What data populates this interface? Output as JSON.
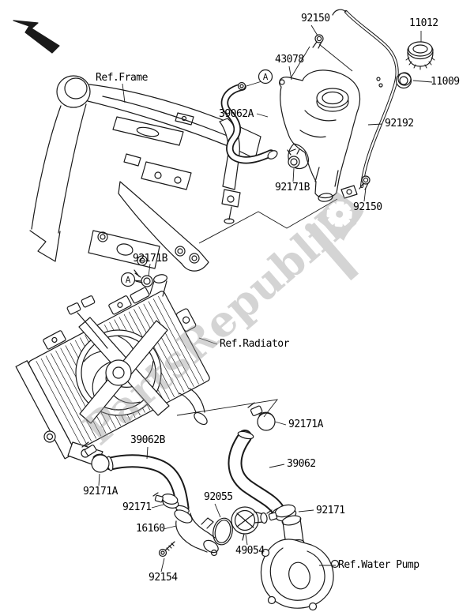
{
  "page": {
    "type": "parts-diagram",
    "subject": "water-pipe-cooling-system"
  },
  "colors": {
    "line": "#1a1a1a",
    "watermark": "#9a9a9a",
    "background": "#ffffff"
  },
  "watermark": {
    "text": "PartsRepublik",
    "logo": "gear-flag"
  },
  "markers": {
    "a": "A"
  },
  "icons": {
    "back_arrow": "arrow-up-left"
  },
  "labels": [
    {
      "id": "ref-frame",
      "text": "Ref.Frame"
    },
    {
      "id": "92150-top",
      "text": "92150"
    },
    {
      "id": "11012",
      "text": "11012"
    },
    {
      "id": "43078",
      "text": "43078"
    },
    {
      "id": "39062a",
      "text": "39062A"
    },
    {
      "id": "11009",
      "text": "11009"
    },
    {
      "id": "92192",
      "text": "92192"
    },
    {
      "id": "92171b-top",
      "text": "92171B"
    },
    {
      "id": "92150-right",
      "text": "92150"
    },
    {
      "id": "92171b-left",
      "text": "92171B"
    },
    {
      "id": "ref-radiator",
      "text": "Ref.Radiator"
    },
    {
      "id": "92171a-right",
      "text": "92171A"
    },
    {
      "id": "39062b",
      "text": "39062B"
    },
    {
      "id": "39062",
      "text": "39062"
    },
    {
      "id": "92171a-left",
      "text": "92171A"
    },
    {
      "id": "92055",
      "text": "92055"
    },
    {
      "id": "92171-left",
      "text": "92171"
    },
    {
      "id": "92171-right",
      "text": "92171"
    },
    {
      "id": "16160",
      "text": "16160"
    },
    {
      "id": "49054",
      "text": "49054"
    },
    {
      "id": "ref-water-pump",
      "text": "Ref.Water Pump"
    },
    {
      "id": "92154",
      "text": "92154"
    }
  ]
}
